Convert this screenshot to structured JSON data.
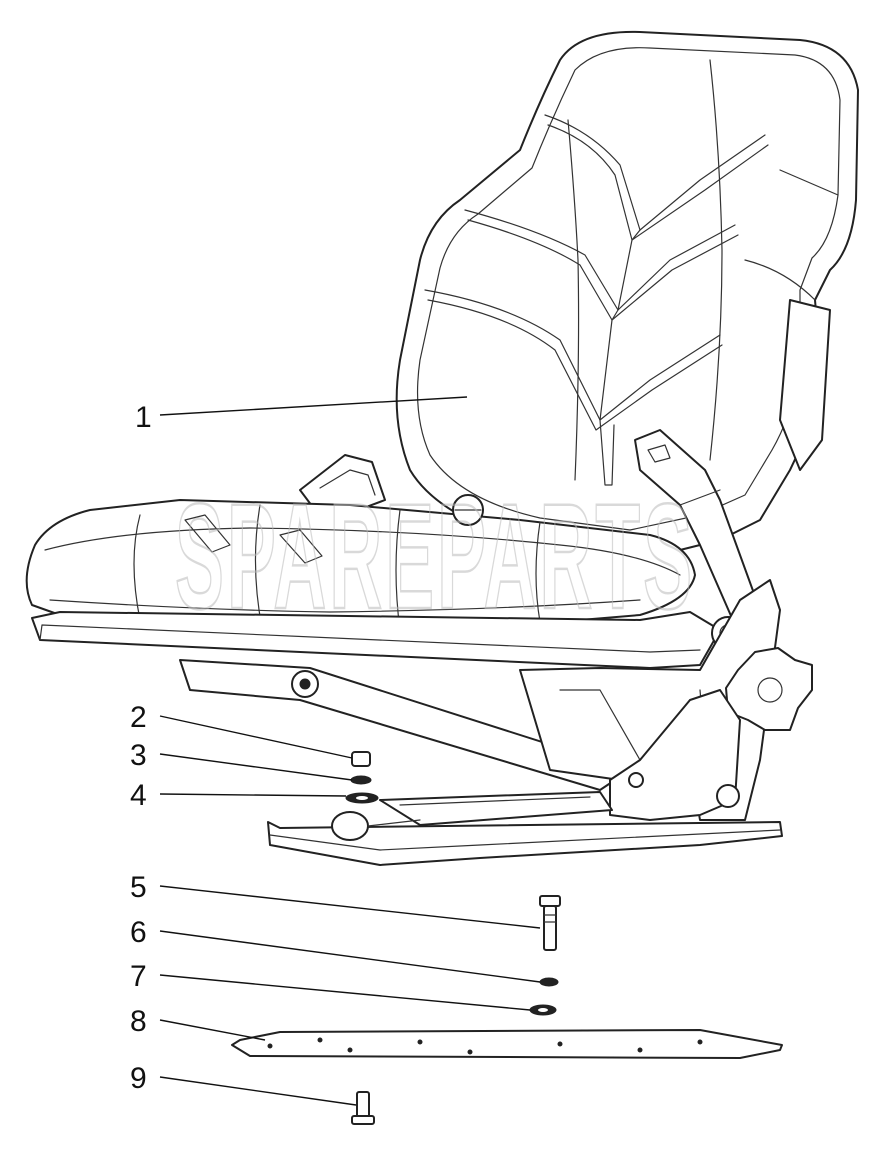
{
  "figure": {
    "watermark_text": "SPAREPARTS",
    "callouts": [
      {
        "id": "1",
        "label": "1",
        "part": "seat-assembly"
      },
      {
        "id": "2",
        "label": "2",
        "part": "nut"
      },
      {
        "id": "3",
        "label": "3",
        "part": "spring-washer"
      },
      {
        "id": "4",
        "label": "4",
        "part": "flat-washer"
      },
      {
        "id": "5",
        "label": "5",
        "part": "bolt"
      },
      {
        "id": "6",
        "label": "6",
        "part": "spring-washer"
      },
      {
        "id": "7",
        "label": "7",
        "part": "flat-washer"
      },
      {
        "id": "8",
        "label": "8",
        "part": "mounting-plate"
      },
      {
        "id": "9",
        "label": "9",
        "part": "screw"
      }
    ]
  }
}
